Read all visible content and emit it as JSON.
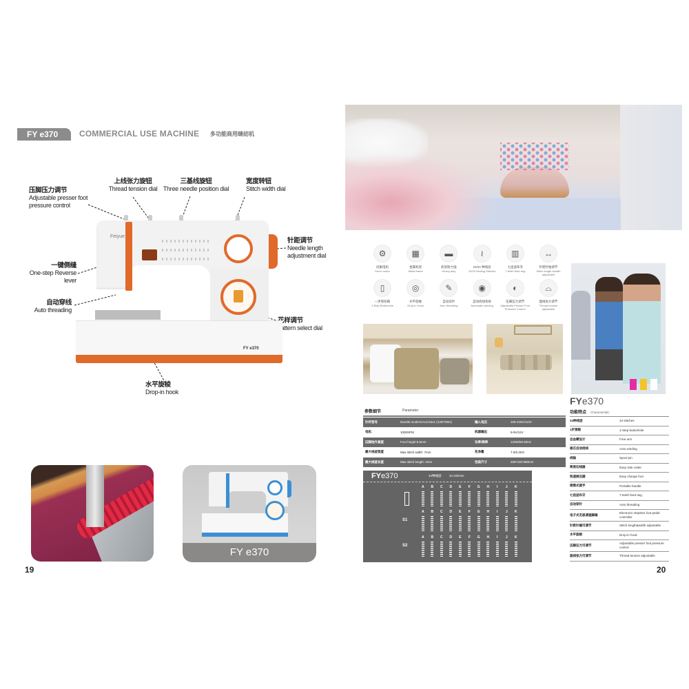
{
  "left_page": {
    "header": {
      "model_tab": "FY e370",
      "title": "COMMERCIAL USE MACHINE",
      "title_cn": "多功能商用缝纫机"
    },
    "callouts": [
      {
        "id": "presser",
        "cn": "压脚压力调节",
        "en": "Adjustable presser foot pressure control"
      },
      {
        "id": "thread-tension",
        "cn": "上线张力旋钮",
        "en": "Thread tension dial"
      },
      {
        "id": "needle-position",
        "cn": "三基线旋钮",
        "en": "Three needle position dial"
      },
      {
        "id": "stitch-width",
        "cn": "宽度转钮",
        "en": "Stitch width dial"
      },
      {
        "id": "needle-length",
        "cn": "针距调节",
        "en": "Needle length adjustment dial"
      },
      {
        "id": "reverse",
        "cn": "一键倒缝",
        "en": "One-step Reverse lever"
      },
      {
        "id": "auto-threading",
        "cn": "自动穿线",
        "en": "Auto threading"
      },
      {
        "id": "pattern-select",
        "cn": "花样调节",
        "en": "pattern select dial"
      },
      {
        "id": "drop-in-hook",
        "cn": "水平旋梭",
        "en": "Drop-in hook"
      }
    ],
    "machine": {
      "brand": "Feiyue",
      "model_label": "FY e370",
      "accent_color": "#e06a2a"
    },
    "blue_machine_caption": "FY e370",
    "blue_accent_color": "#3b8fd4",
    "page_number": "19"
  },
  "right_page": {
    "features": [
      {
        "icon": "servo-motor-icon",
        "glyph": "⚙",
        "cn": "伺服电机",
        "en": "Servo motor"
      },
      {
        "icon": "metal-frame-icon",
        "glyph": "▦",
        "cn": "金属机架",
        "en": "Metal frame"
      },
      {
        "icon": "heavy-duty-icon",
        "glyph": "▬",
        "cn": "机架耐力强",
        "en": "Heavy duty"
      },
      {
        "icon": "stitches-icon",
        "glyph": "≀",
        "cn": "23/34 种线迹",
        "en": "23/34 Sewing Stitches"
      },
      {
        "icon": "feed-dog-icon",
        "glyph": "▥",
        "cn": "七齿送布牙",
        "en": "7-teeth feed dog"
      },
      {
        "icon": "stitch-length-icon",
        "glyph": "↔",
        "cn": "针距针幅调节",
        "en": "Stitch length &width adjustable"
      },
      {
        "icon": "buttonhole-icon",
        "glyph": "▯",
        "cn": "一步锁扣眼",
        "en": "1-Step Buttonhole"
      },
      {
        "icon": "drop-in-hook-icon",
        "glyph": "◎",
        "cn": "水平旋梭",
        "en": "Drop-in Hook"
      },
      {
        "icon": "auto-threading-icon",
        "glyph": "✎",
        "cn": "自动穿针",
        "en": "Auto threading"
      },
      {
        "icon": "winding-icon",
        "glyph": "◉",
        "cn": "自动绕线系统",
        "en": "Automatic winding"
      },
      {
        "icon": "presser-icon",
        "glyph": "◐",
        "cn": "压脚压力调节",
        "en": "Adjustable Presser Foot Pressure Control"
      },
      {
        "icon": "tension-icon",
        "glyph": "⌓",
        "cn": "面线张力调节",
        "en": "Thread tension adjustable"
      }
    ],
    "right_model_title": {
      "fy": "FY",
      "e": "e370"
    },
    "parameters": {
      "title_cn": "参数细节",
      "title_en": "Parameter",
      "rows": [
        {
          "k1": "针杆型号",
          "v1": "Needle model:HAx1/15x1 (130/705H)",
          "k2": "输入电压",
          "v2": "100-240V/110V"
        },
        {
          "k1": "电机",
          "v1": "1000SPM",
          "k2": "机器输出",
          "v2": "9-9V/12V"
        },
        {
          "k1": "压脚抬升高度",
          "v1": "Foot height:6.5mm",
          "k2": "功率/频率",
          "v2": "120W/50-60Hz"
        },
        {
          "k1": "最大线迹宽度",
          "v1": "Max stitch width: 7mm",
          "k2": "毛净重",
          "v2": "7.0/6.3KG"
        },
        {
          "k1": "最大线迹长度",
          "v1": "Max stitch length: 4mm",
          "k2": "包装尺寸",
          "v2": "455*245*360mm"
        }
      ]
    },
    "stitch_chart": {
      "fy": "FY",
      "e": "e370",
      "col1": "34种线迹",
      "col2": "34 stitches",
      "letters": [
        "A",
        "B",
        "C",
        "D",
        "E",
        "F",
        "G",
        "H",
        "I",
        "J",
        "K"
      ],
      "rows": [
        {
          "label": "",
          "has_buttonhole": true
        },
        {
          "label": "S1",
          "has_buttonhole": false
        },
        {
          "label": "S2",
          "has_buttonhole": false
        }
      ]
    },
    "characteristics": {
      "title_cn": "功能特点",
      "title_en": "Characteristic",
      "rows": [
        {
          "k": "34种线迹",
          "v": "34 stitches"
        },
        {
          "k": "1步锁眼",
          "v": "1-Step buttonhole"
        },
        {
          "k": "自由臂设计",
          "v": "Free arm"
        },
        {
          "k": "梭芯自动绕线",
          "v": "Auto winding"
        },
        {
          "k": "线轴",
          "v": "Spool pin"
        },
        {
          "k": "简易切线器",
          "v": "Easy side cutter"
        },
        {
          "k": "快速换压脚",
          "v": "Easy change foot"
        },
        {
          "k": "便携式提手",
          "v": "Portable handle"
        },
        {
          "k": "七齿送布牙",
          "v": "7-teeth feed dog"
        },
        {
          "k": "自动穿针",
          "v": "Auto threading"
        },
        {
          "k": "电子式无极调速脚踏",
          "v": "Electronic stepless foot pedal controller"
        },
        {
          "k": "针距针幅可调节",
          "v": "Stitch length&width adjustable"
        },
        {
          "k": "水平旋梭",
          "v": "Drop-in hook"
        },
        {
          "k": "压脚压力可调节",
          "v": "Adjustable presser foot pressure control"
        },
        {
          "k": "面线张力可调节",
          "v": "Thread tension adjustable"
        }
      ]
    },
    "page_number": "20"
  }
}
